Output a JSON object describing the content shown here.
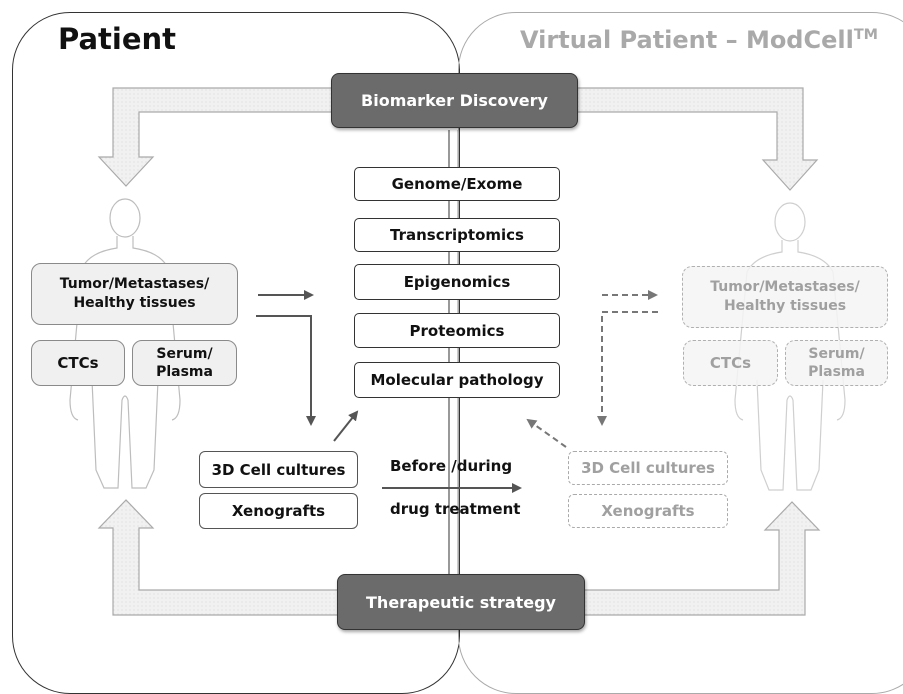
{
  "left_title": "Patient",
  "right_title": "Virtual Patient – ModCell",
  "right_title_sup": "TM",
  "biomarker_discovery": "Biomarker Discovery",
  "therapeutic_strategy": "Therapeutic strategy",
  "omics": [
    "Genome/Exome",
    "Transcriptomics",
    "Epigenomics",
    "Proteomics",
    "Molecular pathology"
  ],
  "patient": {
    "tissue": [
      "Tumor/Metastases/",
      "Healthy tissues"
    ],
    "ctcs": "CTCs",
    "serum": [
      "Serum/",
      "Plasma"
    ]
  },
  "virtual": {
    "tissue": [
      "Tumor/Metastases/",
      "Healthy tissues"
    ],
    "ctcs": "CTCs",
    "serum": [
      "Serum/",
      "Plasma"
    ]
  },
  "models": {
    "cultures": "3D Cell cultures",
    "xenografts": "Xenografts"
  },
  "virtual_models": {
    "cultures": "3D Cell cultures",
    "xenografts": "Xenografts"
  },
  "treatment": {
    "line1": "Before /during",
    "line2": "drug treatment"
  },
  "colors": {
    "dark_box": "#6b6b6b",
    "arrow_fill": "#eeeeee",
    "arrow_stroke": "#aaaaaa",
    "faded_text": "#a0a0a0"
  }
}
